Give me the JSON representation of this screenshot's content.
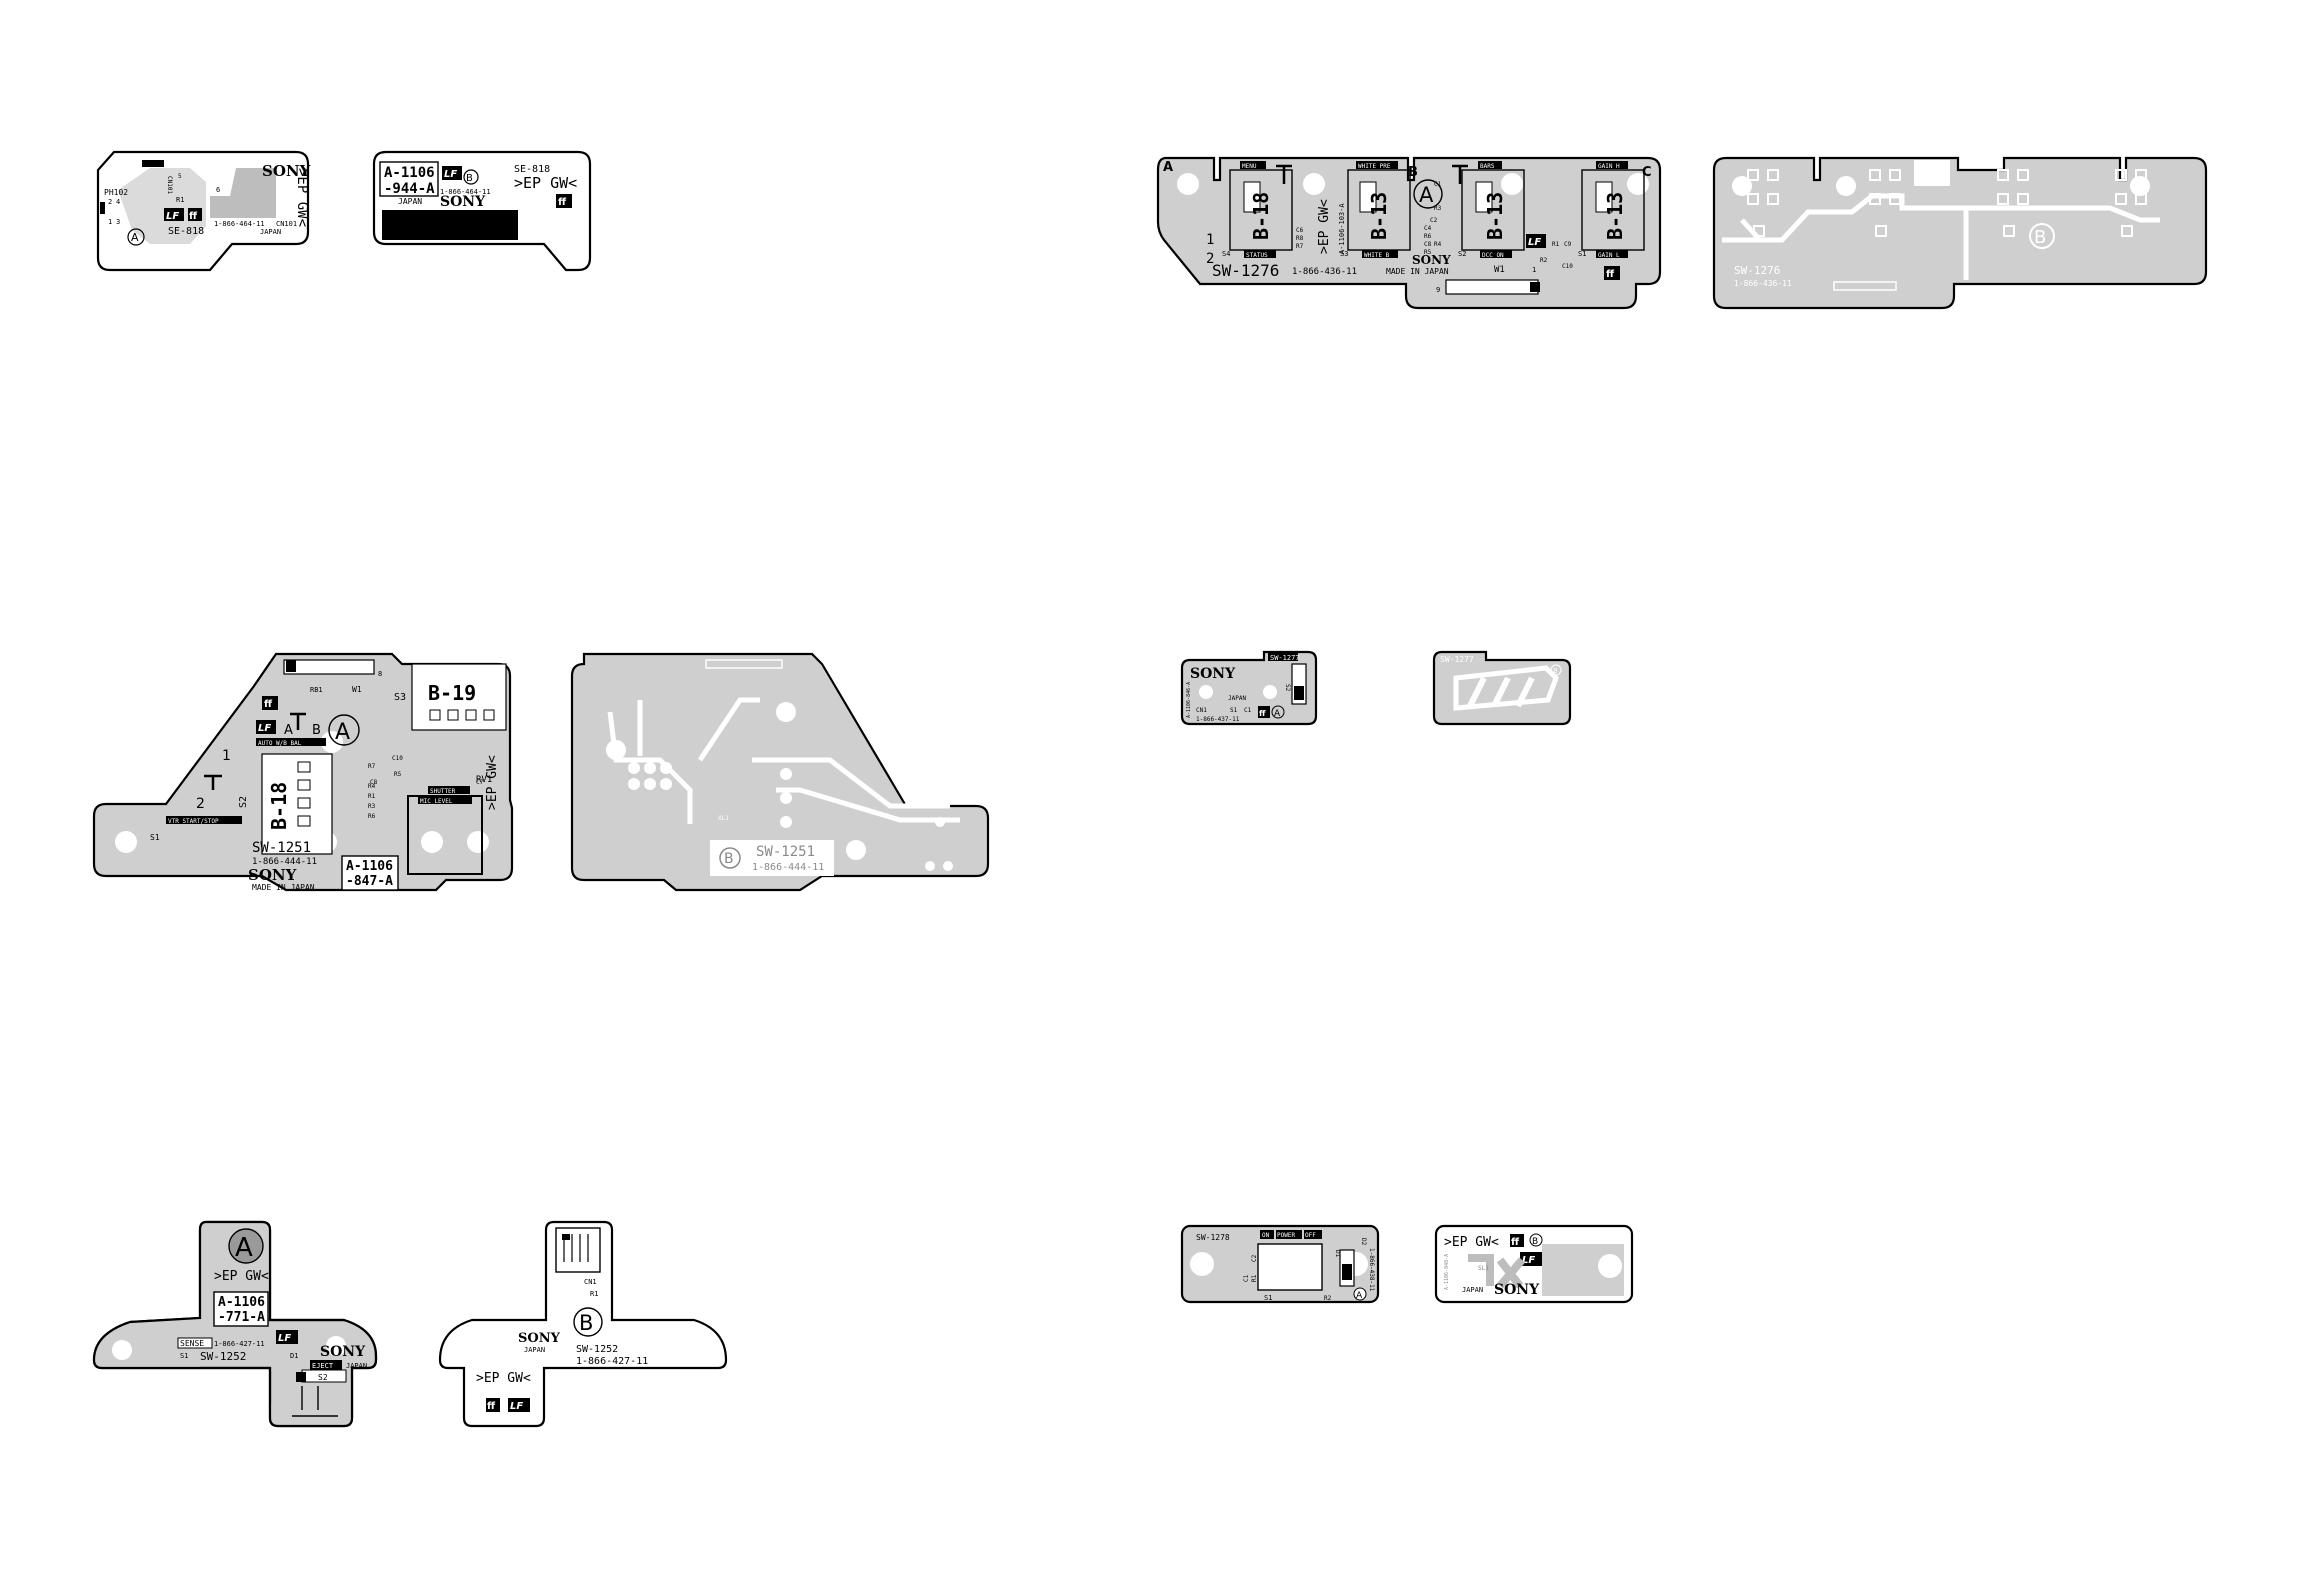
{
  "mark_lf": "LF",
  "mark_ff": "ff",
  "se818": {
    "a": {
      "brand": "SONY",
      "epgw": ">EP GW<",
      "cn101_conn": "CN101",
      "ph102": "PH102",
      "p1": "1",
      "p2": "2",
      "p3": "3",
      "p4": "4",
      "p5": "5",
      "p6": "6",
      "r1": "R1",
      "part": "1-866-464-11",
      "cn101": "CN101",
      "model": "SE-818",
      "country": "JAPAN",
      "side": "A"
    },
    "b": {
      "model": "SE-818",
      "num1": "A-1106",
      "num2": "-944-A",
      "epgw": ">EP GW<",
      "part": "1-866-464-11",
      "country": "JAPAN",
      "brand": "SONY",
      "side": "B"
    }
  },
  "sw1251": {
    "a": {
      "b19": "B-19",
      "b18": "B-18",
      "side": "A",
      "a": "A",
      "b": "B",
      "s1": "S1",
      "s2": "S2",
      "s3": "S3",
      "rb1": "RB1",
      "w1": "W1",
      "c7": "C7",
      "c8": "C8",
      "c10": "C10",
      "rv1": "RV1",
      "r7": "R7",
      "r5": "R5",
      "r4": "R4",
      "r1": "R1",
      "r3": "R3",
      "r6": "R6",
      "n1": "1",
      "n2": "2",
      "n8": "8",
      "auto_wb": "AUTO W/B BAL",
      "shutter": "SHUTTER",
      "mic_level": "MIC LEVEL",
      "vtr": "VTR START/STOP",
      "model": "SW-1251",
      "part": "1-866-444-11",
      "brand": "SONY",
      "made": "MADE IN JAPAN",
      "num1": "A-1106",
      "num2": "-847-A",
      "epgw": ">EP GW<"
    },
    "b": {
      "side": "B",
      "model": "SW-1251",
      "part": "1-866-444-11",
      "xl1": "XL1"
    }
  },
  "sw1252": {
    "a": {
      "side": "A",
      "epgw": ">EP GW<",
      "num1": "A-1106",
      "num2": "-771-A",
      "sense": "SENSE",
      "part": "1-866-427-11",
      "s1": "S1",
      "model": "SW-1252",
      "brand": "SONY",
      "country": "JAPAN",
      "eject": "EJECT",
      "s2": "S2",
      "d1": "D1"
    },
    "b": {
      "cn1": "CN1",
      "r1": "R1",
      "side": "B",
      "brand": "SONY",
      "country": "JAPAN",
      "model": "SW-1252",
      "part": "1-866-427-11",
      "epgw": ">EP GW<"
    }
  },
  "sw1276": {
    "a": {
      "a": "A",
      "b": "B",
      "c": "C",
      "side": "A",
      "n1": "1",
      "n2": "2",
      "n9": "9",
      "n1b": "1",
      "menu": "MENU",
      "white_pre": "WHITE PRE",
      "bars": "BARS",
      "gain_h": "GAIN H",
      "status": "STATUS",
      "white_b": "WHITE B",
      "dcc_on": "DCC ON",
      "gain_l": "GAIN L",
      "b18": "B-18",
      "b13a": "B-13",
      "b13b": "B-13",
      "b13c": "B-13",
      "s1": "S1",
      "s2": "S2",
      "s3": "S3",
      "s4": "S4",
      "c1": "C1",
      "c2": "C2",
      "c4": "C4",
      "c6": "C6",
      "c8": "C8",
      "c9": "C9",
      "c10": "C10",
      "r1": "R1",
      "r2": "R2",
      "r3": "R3",
      "r4": "R4",
      "r5": "R5",
      "r6": "R6",
      "r7": "R7",
      "r8": "R8",
      "w1": "W1",
      "epgw": ">EP GW<",
      "num": "A-1106-103-A",
      "brand": "SONY",
      "made": "MADE IN JAPAN",
      "model": "SW-1276",
      "part": "1-866-436-11"
    },
    "b": {
      "side": "B",
      "model": "SW-1276",
      "part": "1-866-436-11"
    }
  },
  "sw1277": {
    "a": {
      "brand": "SONY",
      "model": "SW-1277",
      "country": "JAPAN",
      "cn1": "CN1",
      "s1": "S1",
      "s2": "S2",
      "c1": "C1",
      "part": "1-866-437-11",
      "vert": "A-1106-846-A",
      "side": "A"
    },
    "b": {
      "model": "SW-1277",
      "side": "B"
    }
  },
  "sw1278": {
    "a": {
      "model": "SW-1278",
      "on": "ON",
      "power": "POWER",
      "off": "OFF",
      "s1": "S1",
      "c1": "C1",
      "c2": "C2",
      "r1": "R1",
      "r2": "R2",
      "d1": "D1",
      "d2": "D2",
      "part": "1-866-438-11",
      "side": "A"
    },
    "b": {
      "epgw": ">EP GW<",
      "side": "B",
      "country": "JAPAN",
      "brand": "SONY",
      "sl1": "SL1",
      "vert": "A-1106-848-A"
    }
  }
}
